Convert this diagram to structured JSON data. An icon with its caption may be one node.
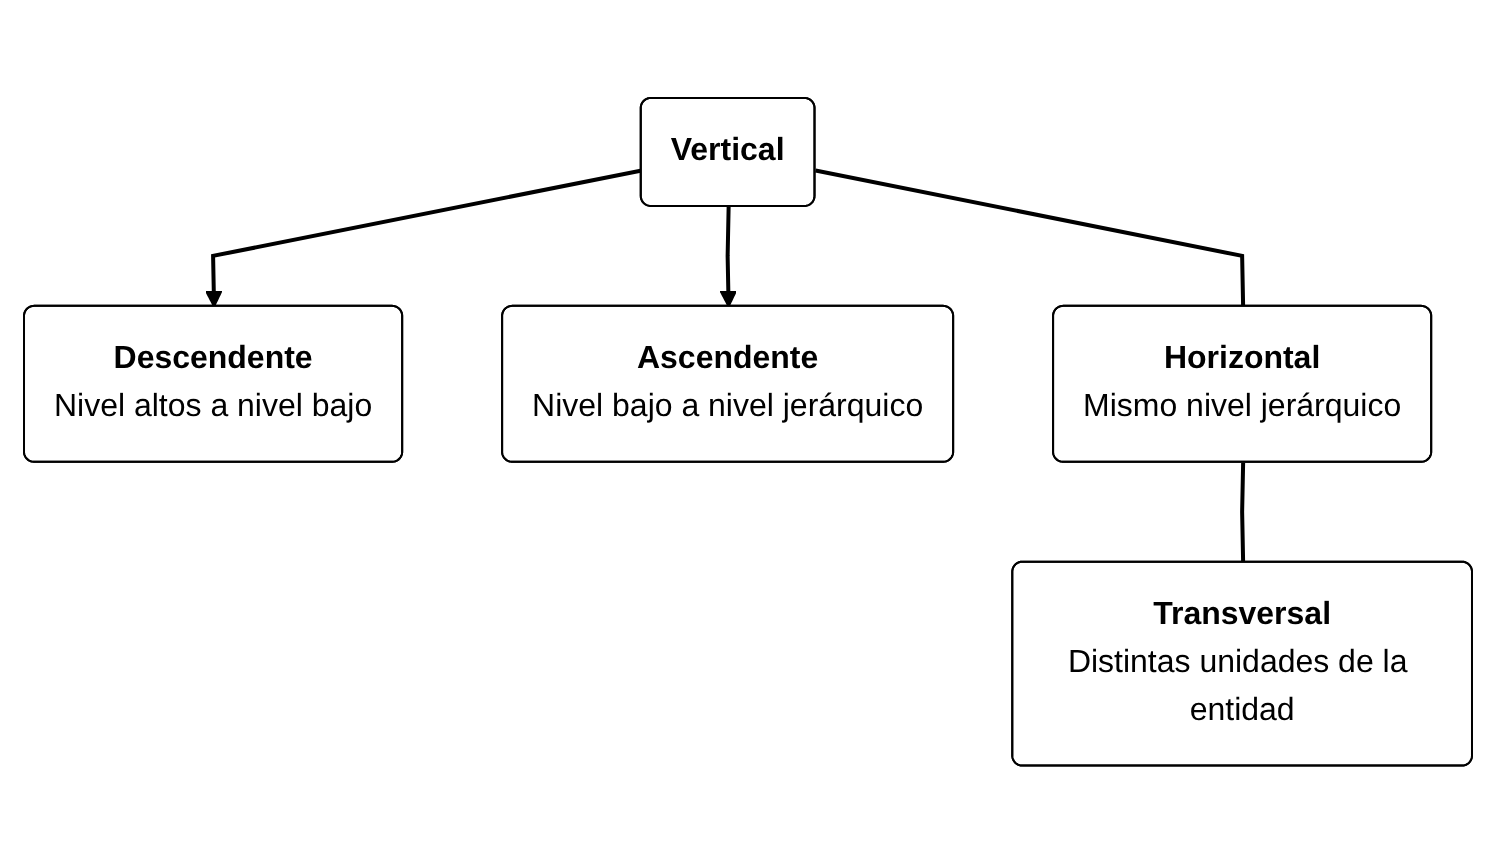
{
  "diagram": {
    "nodes": [
      {
        "text": [
          "Vertical"
        ]
      },
      {
        "text": [
          "Descendente",
          "Nivel altos a nivel bajo"
        ]
      },
      {
        "text": [
          "Ascendente",
          "Nivel bajo a nivel jerárquico"
        ]
      },
      {
        "text": [
          "Horizontal",
          "Mismo nivel jerárquico"
        ]
      },
      {
        "text": [
          "Transversal",
          "Distintas unidades de la entidad"
        ]
      }
    ],
    "edges": [
      {
        "from": 0,
        "to": 1,
        "arrow": "to"
      },
      {
        "from": 0,
        "to": 2,
        "arrow": "to"
      },
      {
        "from": 0,
        "to": 3,
        "arrow": "none"
      },
      {
        "from": 3,
        "to": 4,
        "arrow": "none"
      }
    ]
  }
}
